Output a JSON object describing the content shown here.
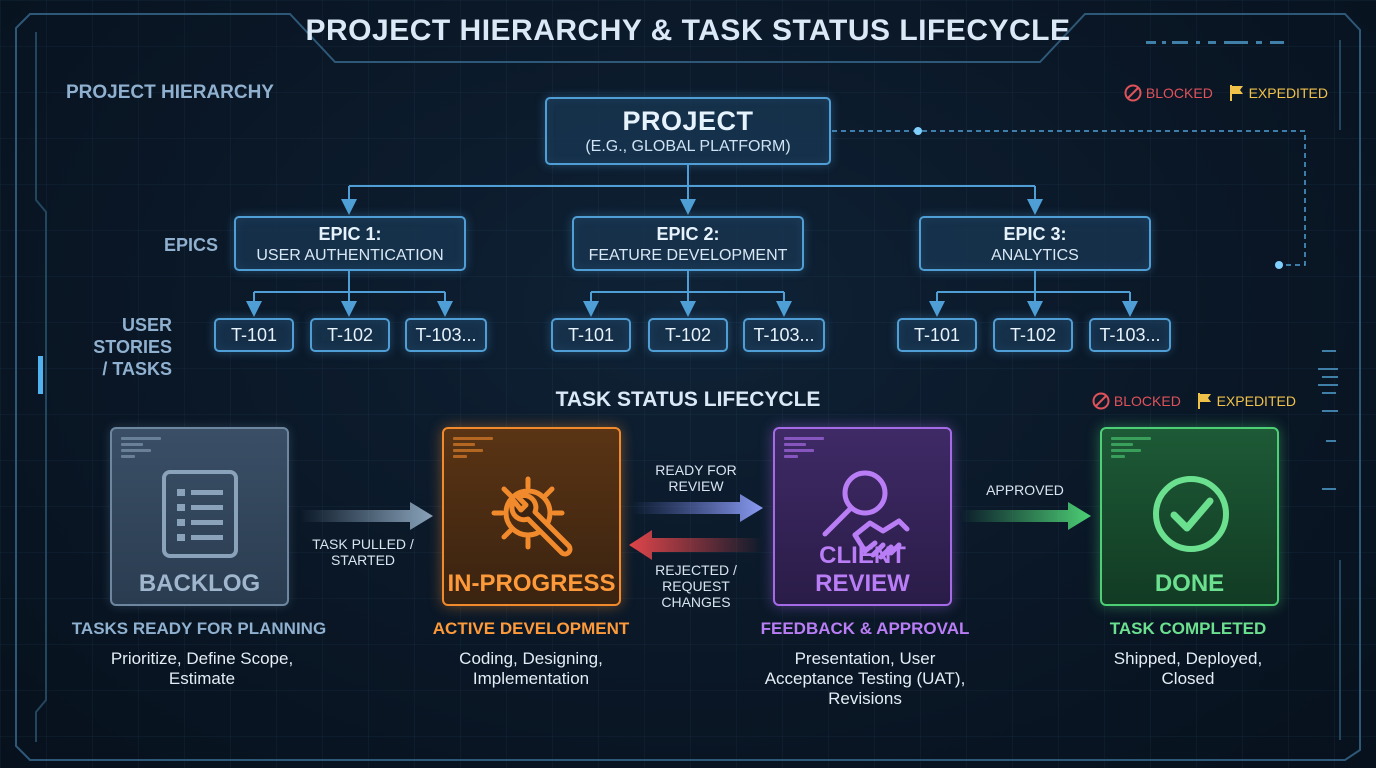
{
  "title": "PROJECT HIERARCHY & TASK STATUS LIFECYCLE",
  "hierarchy": {
    "section_label": "PROJECT HIERARCHY",
    "epics_label": "EPICS",
    "stories_label_line1": "USER STORIES",
    "stories_label_line2": "/ TASKS",
    "project": {
      "title": "PROJECT",
      "subtitle": "(E.G., GLOBAL PLATFORM)"
    },
    "epics": [
      {
        "title": "EPIC 1:",
        "subtitle": "USER AUTHENTICATION",
        "tasks": [
          "T-101",
          "T-102",
          "T-103..."
        ]
      },
      {
        "title": "EPIC 2:",
        "subtitle": "FEATURE DEVELOPMENT",
        "tasks": [
          "T-101",
          "T-102",
          "T-103..."
        ]
      },
      {
        "title": "EPIC 3:",
        "subtitle": "ANALYTICS",
        "tasks": [
          "T-101",
          "T-102",
          "T-103..."
        ]
      }
    ]
  },
  "legend_top": {
    "blocked": "BLOCKED",
    "expedited": "EXPEDITED"
  },
  "lifecycle": {
    "section_label": "TASK STATUS LIFECYCLE",
    "legend": {
      "blocked": "BLOCKED",
      "expedited": "EXPEDITED"
    },
    "stages": [
      {
        "name": "BACKLOG",
        "heading": "TASKS READY FOR PLANNING",
        "desc_line1": "Prioritize, Define Scope,",
        "desc_line2": "Estimate",
        "desc_line3": "",
        "icon": "checklist-icon",
        "color": "#6e87a1"
      },
      {
        "name": "IN-PROGRESS",
        "heading": "ACTIVE DEVELOPMENT",
        "desc_line1": "Coding, Designing,",
        "desc_line2": "Implementation",
        "desc_line3": "",
        "icon": "gear-wrench-icon",
        "color": "#f08a2c"
      },
      {
        "name": "CLIENT REVIEW",
        "heading": "FEEDBACK & APPROVAL",
        "desc_line1": "Presentation, User",
        "desc_line2": "Acceptance Testing (UAT),",
        "desc_line3": "Revisions",
        "icon": "magnifier-handshake-icon",
        "color": "#a56ae6"
      },
      {
        "name": "DONE",
        "heading": "TASK COMPLETED",
        "desc_line1": "Shipped, Deployed,",
        "desc_line2": "Closed",
        "desc_line3": "",
        "icon": "check-circle-icon",
        "color": "#4ccf75"
      }
    ],
    "transitions": {
      "pulled_line1": "TASK PULLED /",
      "pulled_line2": "STARTED",
      "ready_line1": "READY FOR",
      "ready_line2": "REVIEW",
      "rejected_line1": "REJECTED /",
      "rejected_line2": "REQUEST CHANGES",
      "approved": "APPROVED"
    }
  },
  "colors": {
    "accent": "#4f9fd6",
    "blocked": "#e0525a",
    "expedited": "#f0c24a",
    "rejected_arrow": "#e0454a",
    "ready_arrow": "#6f7ee0"
  }
}
